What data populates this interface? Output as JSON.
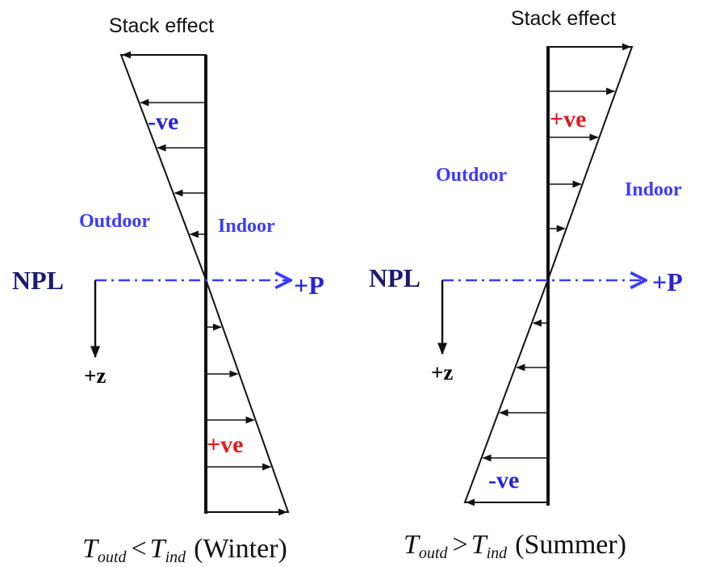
{
  "colors": {
    "line": "#111111",
    "npl_line": "#3b3bff",
    "blue_text": "#2424d8",
    "navy_text": "#1a1a6e",
    "red_text": "#e01a1a",
    "black_text": "#000000"
  },
  "panels": [
    {
      "id": "winter",
      "title": "Stack effect",
      "top_sign": "-ve",
      "bottom_sign": "+ve",
      "outdoor_label": "Outdoor",
      "indoor_label": "Indoor",
      "npl_label": "NPL",
      "p_label": "+P",
      "z_label": "+z",
      "caption": {
        "t1": "T",
        "sub1": "outd",
        "op": "<",
        "t2": "T",
        "sub2": "ind",
        "season": "(Winter)"
      }
    },
    {
      "id": "summer",
      "title": "Stack effect",
      "top_sign": "+ve",
      "bottom_sign": "-ve",
      "outdoor_label": "Outdoor",
      "indoor_label": "Indoor",
      "npl_label": "NPL",
      "p_label": "+P",
      "z_label": "+z",
      "caption": {
        "t1": "T",
        "sub1": "outd",
        "op": ">",
        "t2": "T",
        "sub2": "ind",
        "season": "(Summer)"
      }
    }
  ]
}
